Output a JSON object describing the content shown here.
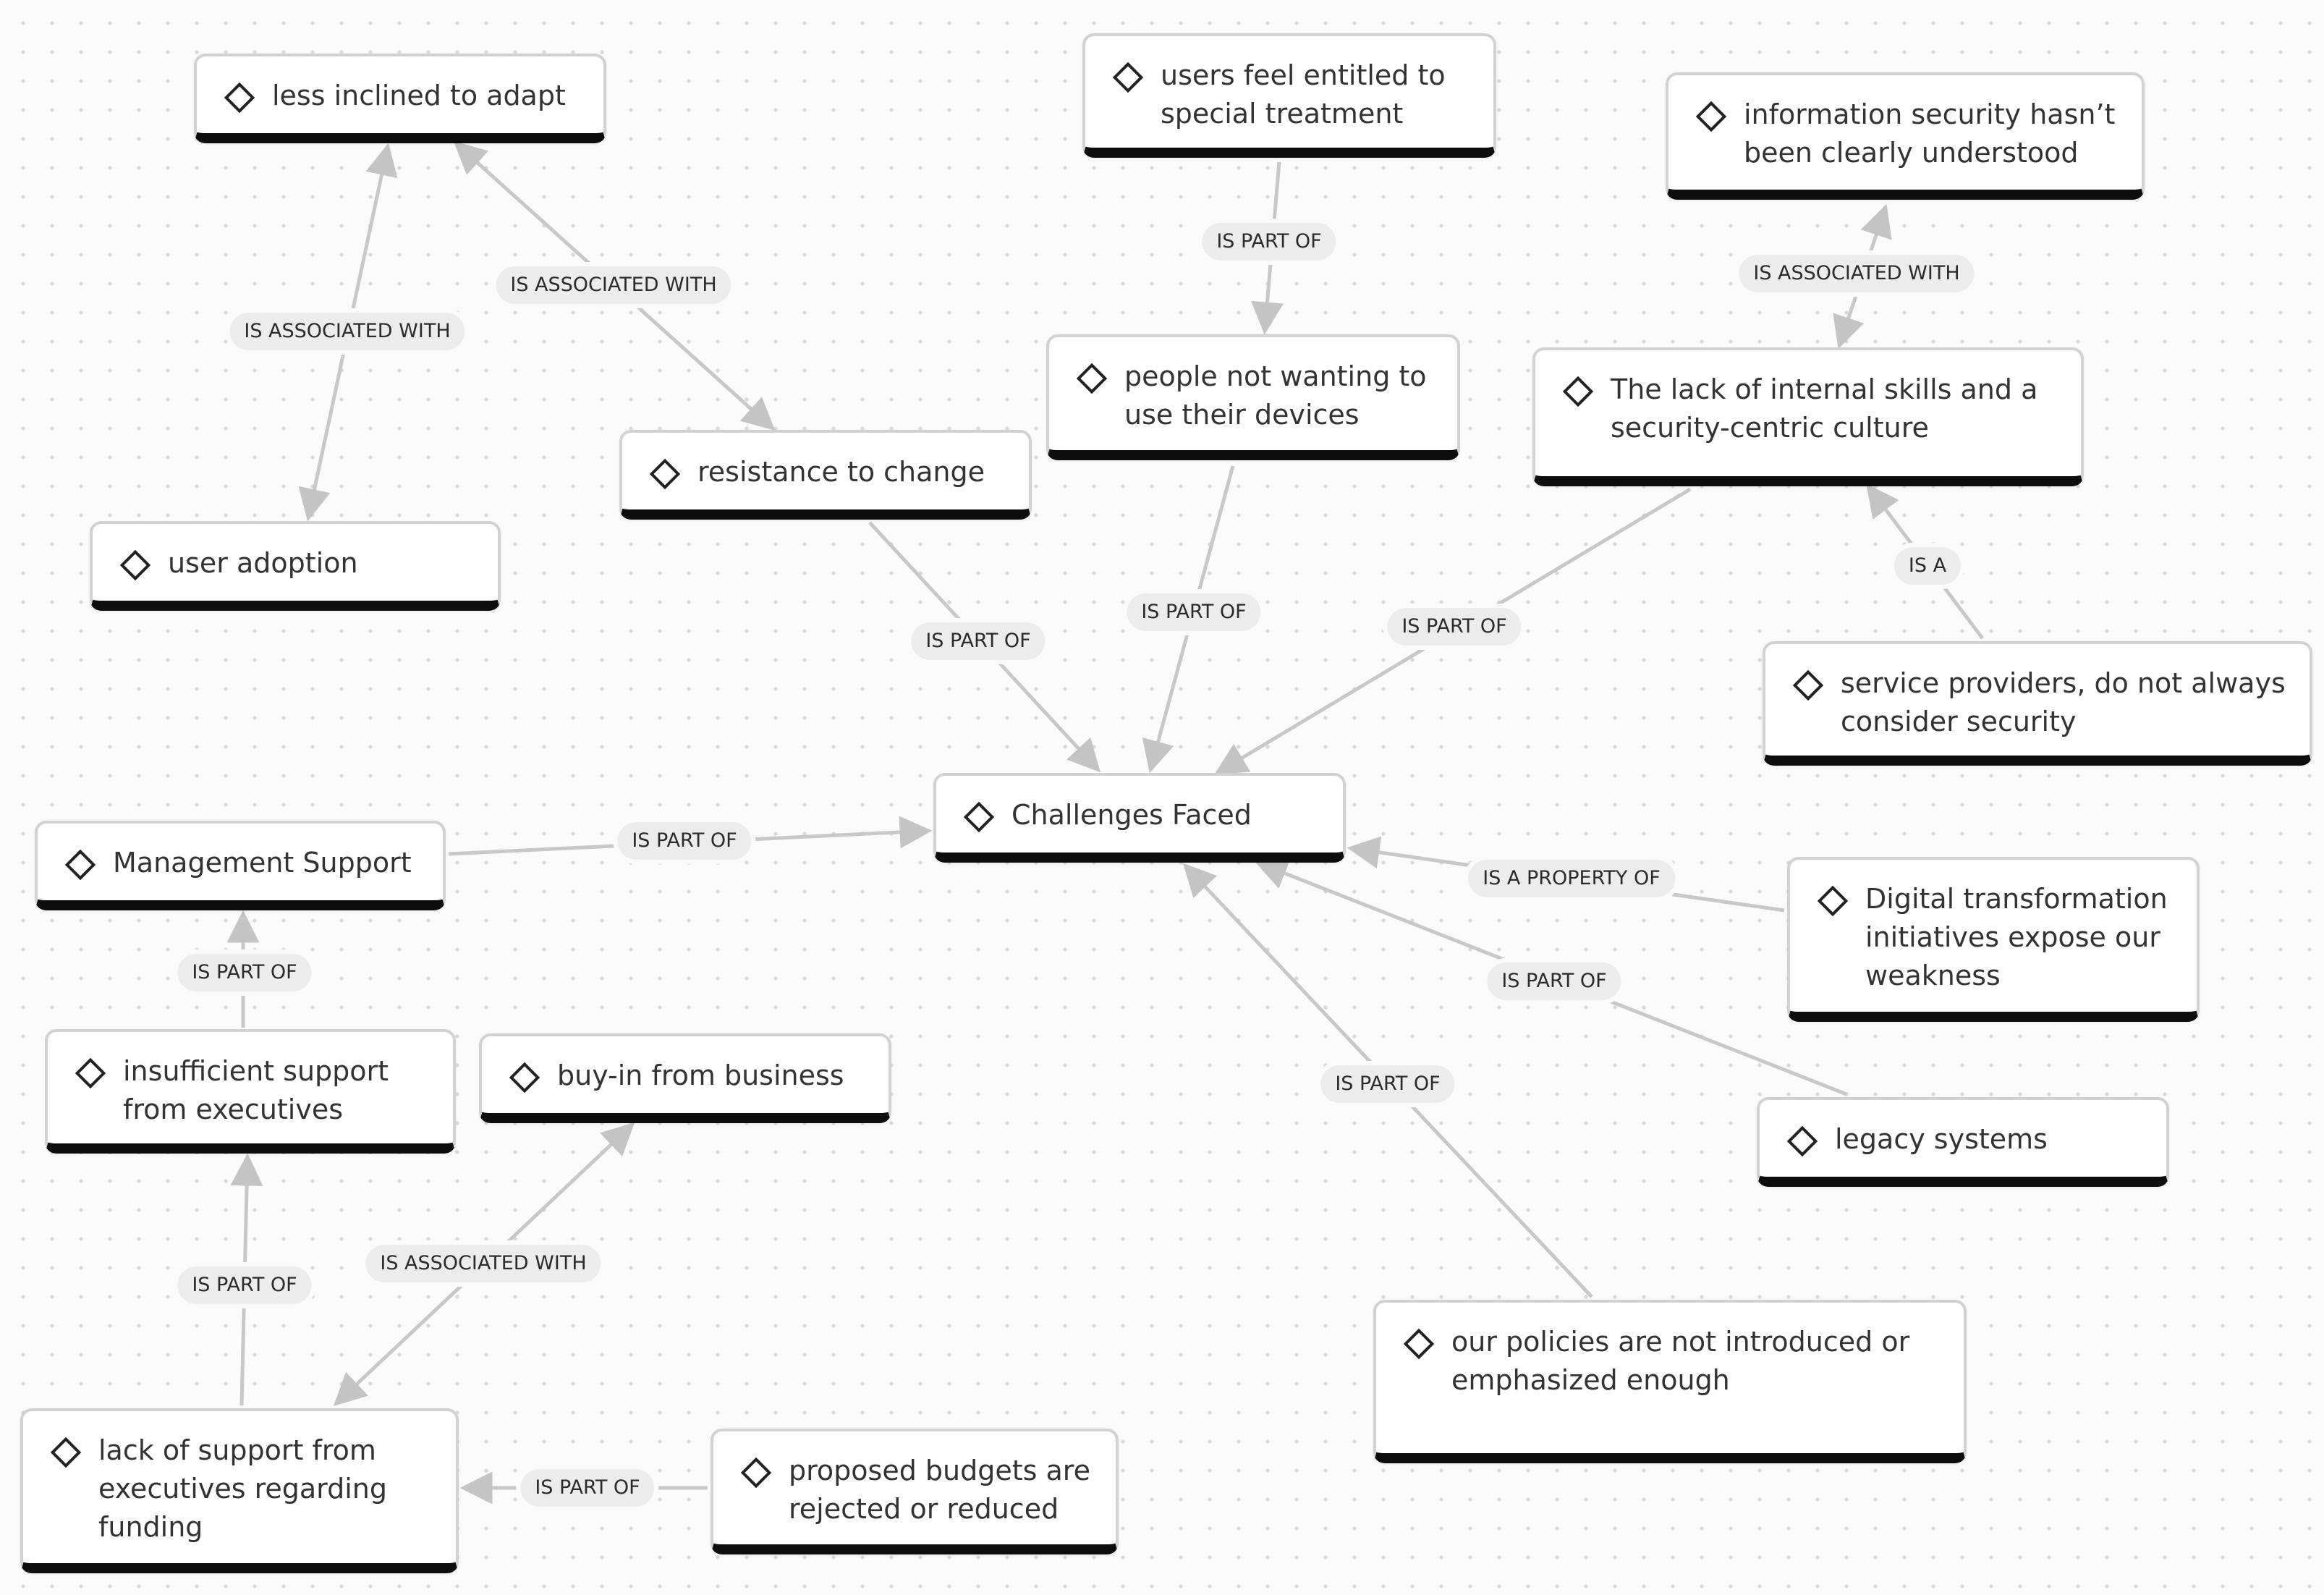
{
  "diagram": {
    "nodes": [
      {
        "id": "n1",
        "text": "less inclined to adapt"
      },
      {
        "id": "n2",
        "text": "user adoption"
      },
      {
        "id": "n3",
        "text": "resistance to change"
      },
      {
        "id": "n4",
        "text": "users feel entitled to special treatment"
      },
      {
        "id": "n5",
        "text": "people not wanting to use their devices"
      },
      {
        "id": "n6",
        "text": "information security hasn’t been clearly understood"
      },
      {
        "id": "n7",
        "text": "The lack of internal skills and a security-centric culture"
      },
      {
        "id": "n8",
        "text": "service providers, do not always consider security"
      },
      {
        "id": "n9",
        "text": "Challenges Faced"
      },
      {
        "id": "n10",
        "text": "Management Support"
      },
      {
        "id": "n11",
        "text": "Digital transformation initiatives expose our weakness"
      },
      {
        "id": "n12",
        "text": "insufficient support from executives"
      },
      {
        "id": "n13",
        "text": "buy-in from business"
      },
      {
        "id": "n14",
        "text": "legacy systems"
      },
      {
        "id": "n15",
        "text": "our policies are not introduced or emphasized enough"
      },
      {
        "id": "n16",
        "text": "lack of support from executives regarding funding"
      },
      {
        "id": "n17",
        "text": "proposed budgets are rejected or reduced"
      }
    ],
    "edges": [
      {
        "from": "n1",
        "to": "n2",
        "label": "IS ASSOCIATED WITH",
        "direction": "both"
      },
      {
        "from": "n1",
        "to": "n3",
        "label": "IS ASSOCIATED WITH",
        "direction": "both"
      },
      {
        "from": "n4",
        "to": "n5",
        "label": "IS PART OF",
        "direction": "forward"
      },
      {
        "from": "n6",
        "to": "n7",
        "label": "IS ASSOCIATED WITH",
        "direction": "both"
      },
      {
        "from": "n8",
        "to": "n7",
        "label": "IS A",
        "direction": "forward"
      },
      {
        "from": "n3",
        "to": "n9",
        "label": "IS PART OF",
        "direction": "forward"
      },
      {
        "from": "n5",
        "to": "n9",
        "label": "IS PART OF",
        "direction": "forward"
      },
      {
        "from": "n7",
        "to": "n9",
        "label": "IS PART OF",
        "direction": "forward"
      },
      {
        "from": "n10",
        "to": "n9",
        "label": "IS PART OF",
        "direction": "forward"
      },
      {
        "from": "n11",
        "to": "n9",
        "label": "IS A PROPERTY OF",
        "direction": "forward"
      },
      {
        "from": "n14",
        "to": "n9",
        "label": "IS PART OF",
        "direction": "forward"
      },
      {
        "from": "n15",
        "to": "n9",
        "label": "IS PART OF",
        "direction": "forward"
      },
      {
        "from": "n12",
        "to": "n10",
        "label": "IS PART OF",
        "direction": "forward"
      },
      {
        "from": "n16",
        "to": "n12",
        "label": "IS PART OF",
        "direction": "forward"
      },
      {
        "from": "n13",
        "to": "n16",
        "label": "IS ASSOCIATED WITH",
        "direction": "both"
      },
      {
        "from": "n17",
        "to": "n16",
        "label": "IS PART OF",
        "direction": "forward"
      }
    ]
  }
}
